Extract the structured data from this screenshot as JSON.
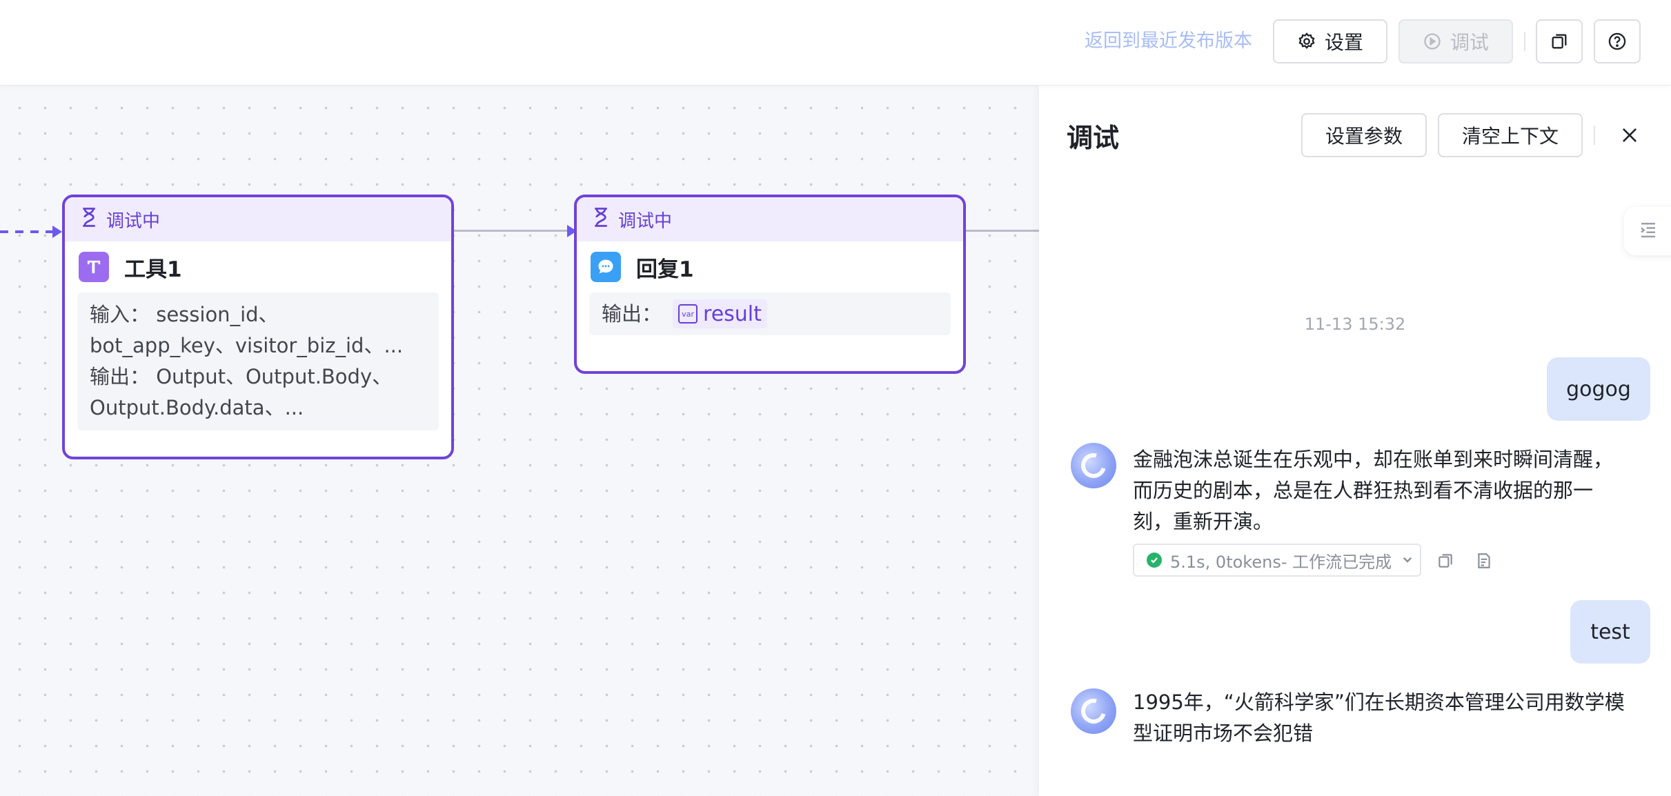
{
  "topbar": {
    "return_link": "返回到最近发布版本",
    "settings_label": "设置",
    "debug_label": "调试"
  },
  "nodes": {
    "tool": {
      "status": "调试中",
      "title": "工具1",
      "input_line1": "输入： session_id、",
      "input_line2": "bot_app_key、visitor_biz_id、...",
      "output_line1": "输出： Output、Output.Body、",
      "output_line2": "Output.Body.data、..."
    },
    "reply": {
      "status": "调试中",
      "title": "回复1",
      "output_label": "输出：",
      "var_badge": "var",
      "var_name": "result"
    }
  },
  "panel": {
    "title": "调试",
    "set_params_label": "设置参数",
    "clear_context_label": "清空上下文",
    "timestamp": "11-13 15:32",
    "messages": [
      {
        "role": "user",
        "text": "gogog"
      },
      {
        "role": "bot",
        "text": "金融泡沫总诞生在乐观中，却在账单到来时瞬间清醒，而历史的剧本，总是在人群狂热到看不清收据的那一刻，重新开演。"
      },
      {
        "role": "user",
        "text": "test"
      },
      {
        "role": "bot",
        "text": "1995年，“火箭科学家”们在长期资本管理公司用数学模型证明市场不会犯错"
      }
    ],
    "run_status": "5.1s, 0tokens- 工作流已完成"
  },
  "colors": {
    "accent": "#7043d9",
    "link": "#a8bdf5",
    "user_bubble": "#dbe6fd",
    "success": "#27b36b"
  }
}
